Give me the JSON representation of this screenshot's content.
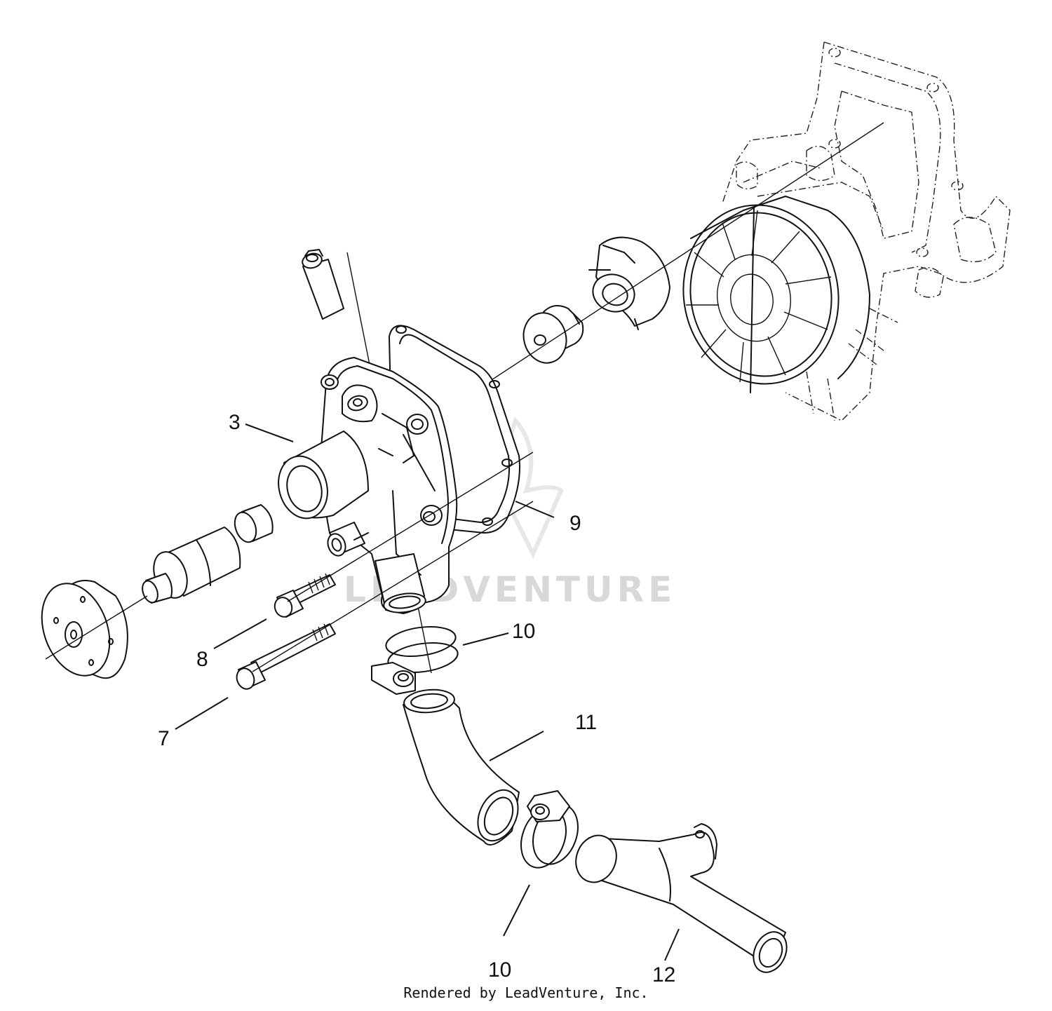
{
  "callouts": {
    "c3": "3",
    "c7": "7",
    "c8": "8",
    "c9": "9",
    "c10a": "10",
    "c10b": "10",
    "c11": "11",
    "c12": "12"
  },
  "watermark": "LEADVENTURE",
  "footer": "Rendered by LeadVenture, Inc.",
  "colors": {
    "line": "#111111",
    "watermark": "#d8d8d8",
    "background": "#ffffff"
  }
}
